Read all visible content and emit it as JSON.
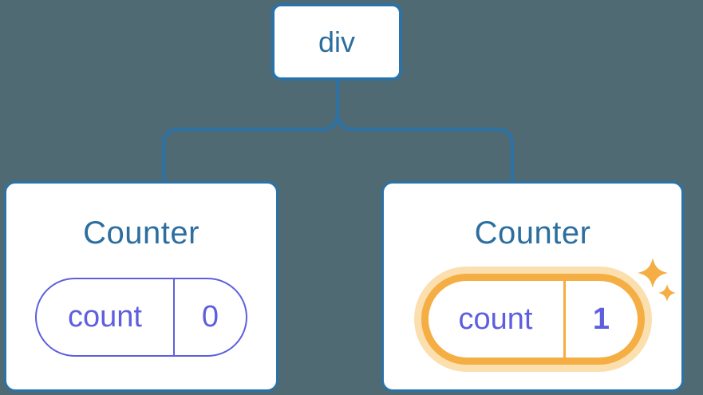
{
  "diagram": {
    "description": "Component tree: a div root with two separate Counter children, each holding its own count state",
    "root_label": "div",
    "children": [
      {
        "title": "Counter",
        "state_key": "count",
        "state_value": "0",
        "highlighted": false
      },
      {
        "title": "Counter",
        "state_key": "count",
        "state_value": "1",
        "highlighted": true
      }
    ]
  },
  "colors": {
    "background": "#4F6A73",
    "connector_blue": "#2B73A6",
    "node_text_blue": "#2C6E9F",
    "state_purple": "#5E5FDE",
    "highlight_orange": "#F5AE43",
    "highlight_glow": "#FBDFAE",
    "card_background": "#FFFFFF"
  }
}
